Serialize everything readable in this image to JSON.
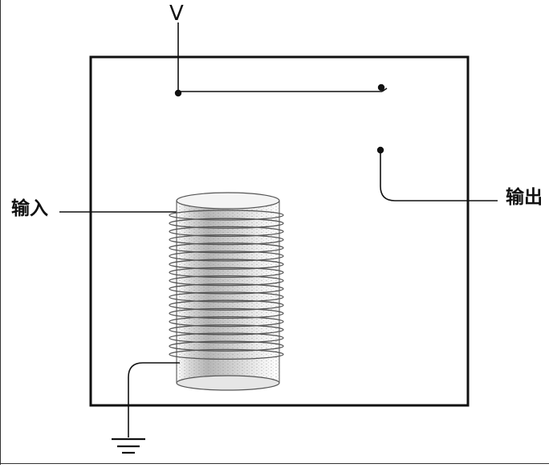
{
  "diagram": {
    "labels": {
      "voltage": "V",
      "input": "输入",
      "output": "输出"
    },
    "colors": {
      "line": "#111111",
      "coil": "#555555",
      "background": "#ffffff"
    },
    "components": {
      "enclosure": "relay-housing",
      "coil": "solenoid-coil",
      "switch": "open-contact-switch",
      "ground": "ground-symbol"
    }
  }
}
